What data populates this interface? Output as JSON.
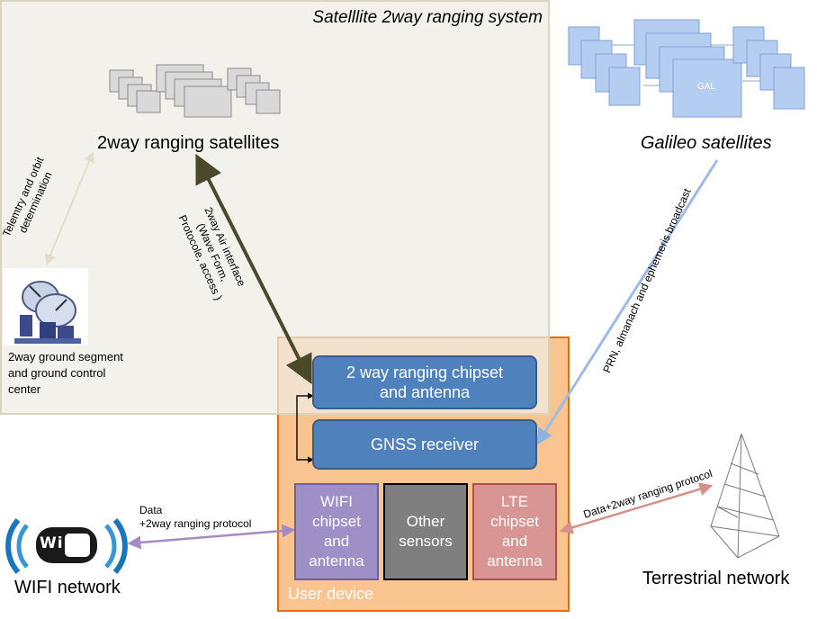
{
  "satellite_system": {
    "title": "Satelllite 2way ranging system",
    "satellites_label": "2way ranging satellites",
    "telemetry_label": [
      "Telemtry and orbit",
      "determination"
    ],
    "ground_label": [
      "2way ground segment",
      "and ground control",
      "center"
    ],
    "air_interface_label": [
      "2way Air interface",
      "(Wave Form,",
      "Protocole, access )"
    ]
  },
  "galileo": {
    "label": "Galileo satellites",
    "gal_tag": "GAL",
    "broadcast_label": "PRN, almanach and ephemeris broadcast"
  },
  "user_device": {
    "label": "User device",
    "ranging_chipset": [
      "2 way ranging chipset",
      "and antenna"
    ],
    "gnss_receiver": "GNSS receiver",
    "wifi_box": [
      "WIFI",
      "chipset",
      "and",
      "antenna"
    ],
    "other_box": [
      "Other",
      "sensors"
    ],
    "lte_box": [
      "LTE",
      "chipset",
      "and",
      "antenna"
    ]
  },
  "wifi": {
    "label": "WIFI network",
    "logo_text": "Wi Fi",
    "link_label": [
      "Data",
      "+2way ranging protocol"
    ]
  },
  "terrestrial": {
    "label": "Terrestrial network",
    "link_label": "Data+2way ranging protocol"
  },
  "colors": {
    "system_bg": "#f3f1ea",
    "device_bg": "#f9c48f",
    "device_border": "#e46c0a",
    "blue_box": "#4f81bd",
    "wifi_box": "#9e8fc7",
    "other_box": "#7f7f7f",
    "lte_box": "#d99593",
    "galileo_blue": "#a9c4eb"
  }
}
